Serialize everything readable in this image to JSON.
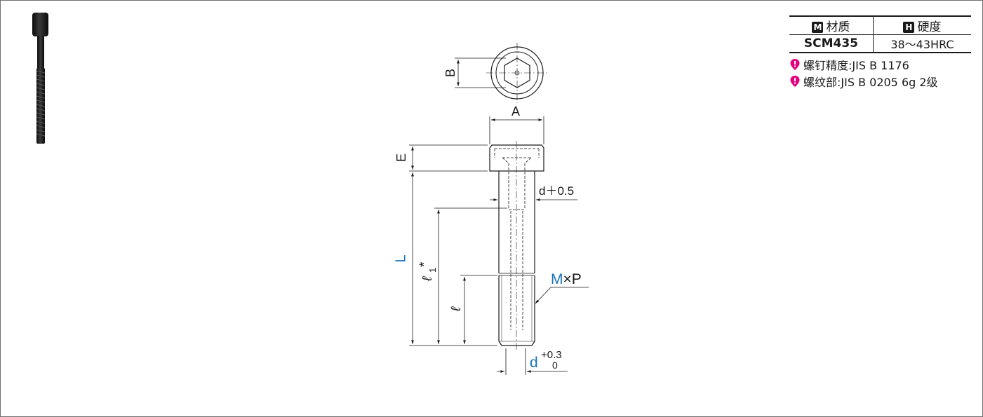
{
  "spec_table": {
    "material_badge": "M",
    "material_header": "材质",
    "hardness_badge": "H",
    "hardness_header": "硬度",
    "material_value": "SCM435",
    "hardness_value": "38～43HRC"
  },
  "notes": [
    "螺钉精度:JIS B 1176",
    "螺纹部:JIS B 0205 6g 2级"
  ],
  "dimension_labels": {
    "B": "B",
    "A": "A",
    "E": "E",
    "d_tol": "d＋0.5",
    "L": "L",
    "l1_base": "ℓ",
    "l1_sub": "1",
    "l1_star": "*",
    "l": "ℓ",
    "M": "M",
    "times_P": "×P",
    "d_bottom": "d",
    "tol_upper": "+0.3",
    "tol_lower": "0"
  },
  "colors": {
    "accent": "#1a73b9",
    "note_icon": "#e5007f"
  },
  "icons": {
    "note": "pin-marker-icon",
    "product": "socket-head-bolt-photo"
  }
}
